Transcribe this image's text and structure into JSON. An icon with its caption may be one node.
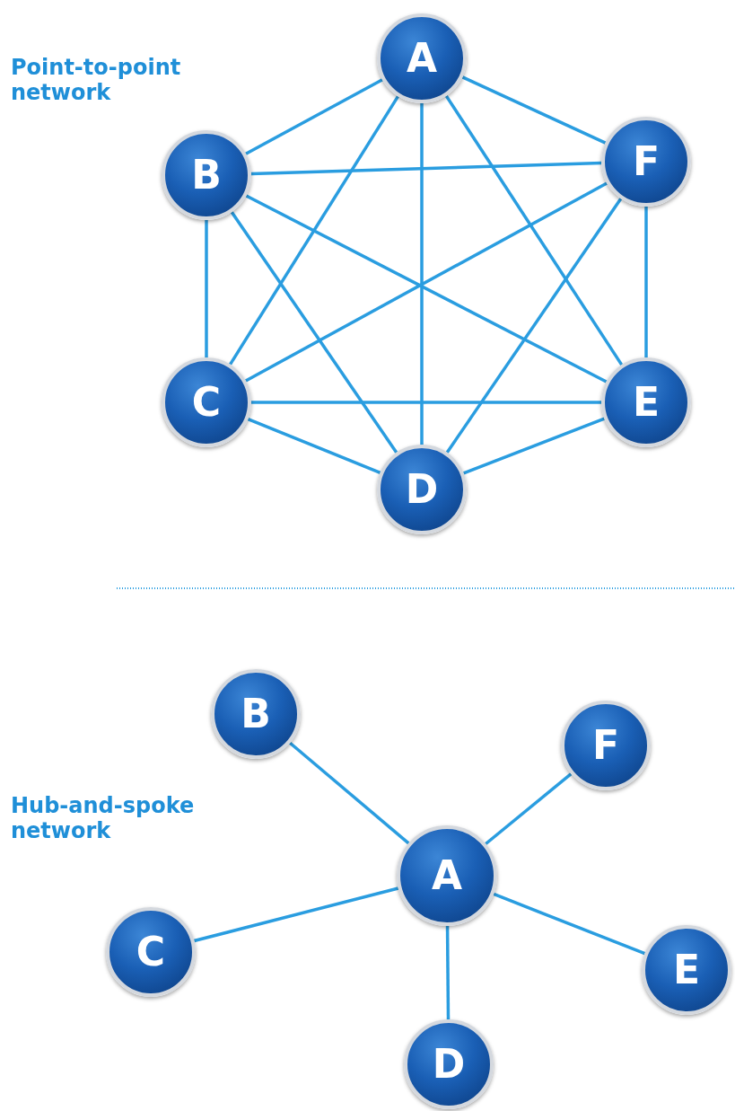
{
  "diagram": {
    "nodes": [
      {
        "text": [
          "A"
        ]
      },
      {
        "text": [
          "B"
        ]
      },
      {
        "text": [
          "F"
        ]
      },
      {
        "text": [
          "C"
        ]
      },
      {
        "text": [
          "E"
        ]
      },
      {
        "text": [
          "D"
        ]
      },
      {
        "text": [
          "B"
        ]
      },
      {
        "text": [
          "F"
        ]
      },
      {
        "text": [
          "A"
        ]
      },
      {
        "text": [
          "C"
        ]
      },
      {
        "text": [
          "E"
        ]
      },
      {
        "text": [
          "D"
        ]
      }
    ],
    "edges": [
      {
        "from": 0,
        "to": 1,
        "arrow": "none"
      },
      {
        "from": 0,
        "to": 2,
        "arrow": "none"
      },
      {
        "from": 0,
        "to": 3,
        "arrow": "none"
      },
      {
        "from": 0,
        "to": 4,
        "arrow": "none"
      },
      {
        "from": 0,
        "to": 5,
        "arrow": "none"
      },
      {
        "from": 1,
        "to": 2,
        "arrow": "none"
      },
      {
        "from": 1,
        "to": 3,
        "arrow": "none"
      },
      {
        "from": 1,
        "to": 4,
        "arrow": "none"
      },
      {
        "from": 1,
        "to": 5,
        "arrow": "none"
      },
      {
        "from": 2,
        "to": 3,
        "arrow": "none"
      },
      {
        "from": 2,
        "to": 4,
        "arrow": "none"
      },
      {
        "from": 2,
        "to": 5,
        "arrow": "none"
      },
      {
        "from": 3,
        "to": 4,
        "arrow": "none"
      },
      {
        "from": 3,
        "to": 5,
        "arrow": "none"
      },
      {
        "from": 4,
        "to": 5,
        "arrow": "none"
      },
      {
        "from": 8,
        "to": 6,
        "arrow": "none"
      },
      {
        "from": 8,
        "to": 7,
        "arrow": "none"
      },
      {
        "from": 8,
        "to": 9,
        "arrow": "none"
      },
      {
        "from": 8,
        "to": 10,
        "arrow": "none"
      },
      {
        "from": 8,
        "to": 11,
        "arrow": "none"
      }
    ],
    "labels": [
      "Point-to-point network",
      "Hub-and-spoke network"
    ]
  }
}
